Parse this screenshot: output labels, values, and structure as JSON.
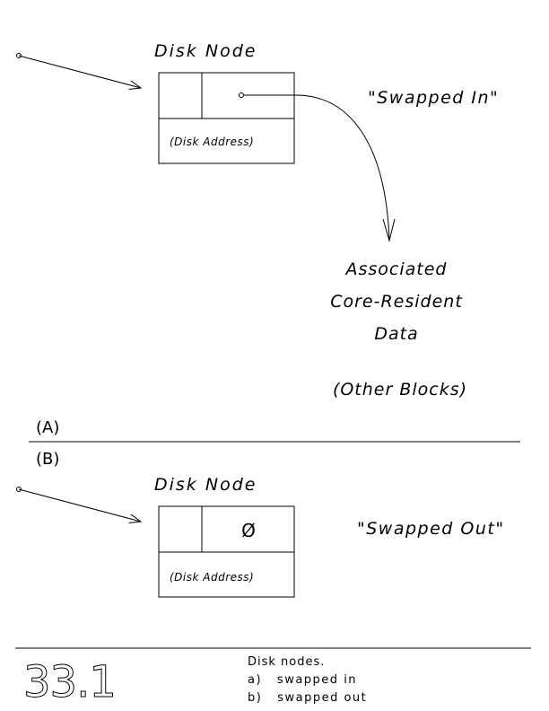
{
  "section_a": {
    "marker": "(A)",
    "node_title": "Disk Node",
    "address_label": "(Disk Address)",
    "state_label": "\"Swapped In\"",
    "target_lines": [
      "Associated",
      "Core-Resident",
      "Data"
    ],
    "other_blocks": "(Other Blocks)"
  },
  "section_b": {
    "marker": "(B)",
    "node_title": "Disk Node",
    "pointer_value": "Ø",
    "address_label": "(Disk Address)",
    "state_label": "\"Swapped Out\""
  },
  "caption": {
    "figure_number": "33.1",
    "title": "Disk nodes.",
    "lines": [
      "a)   swapped in",
      "b)   swapped out"
    ]
  }
}
